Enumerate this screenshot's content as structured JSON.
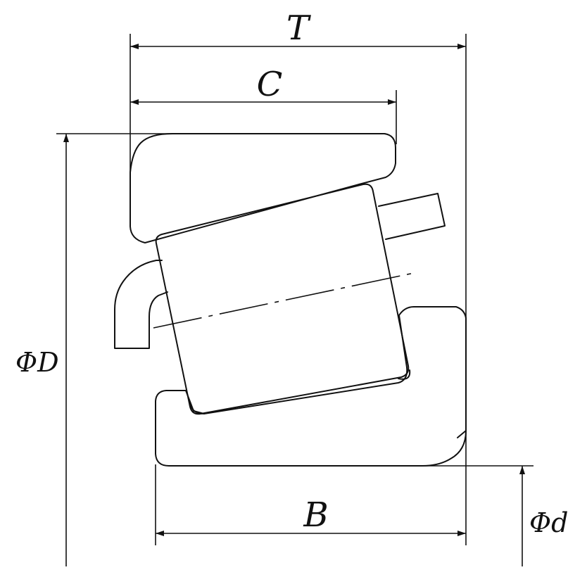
{
  "labels": {
    "T": "T",
    "C": "C",
    "B": "B",
    "D": "ΦD",
    "d": "Φd"
  },
  "colors": {
    "line": "#111111",
    "background": "#ffffff"
  }
}
